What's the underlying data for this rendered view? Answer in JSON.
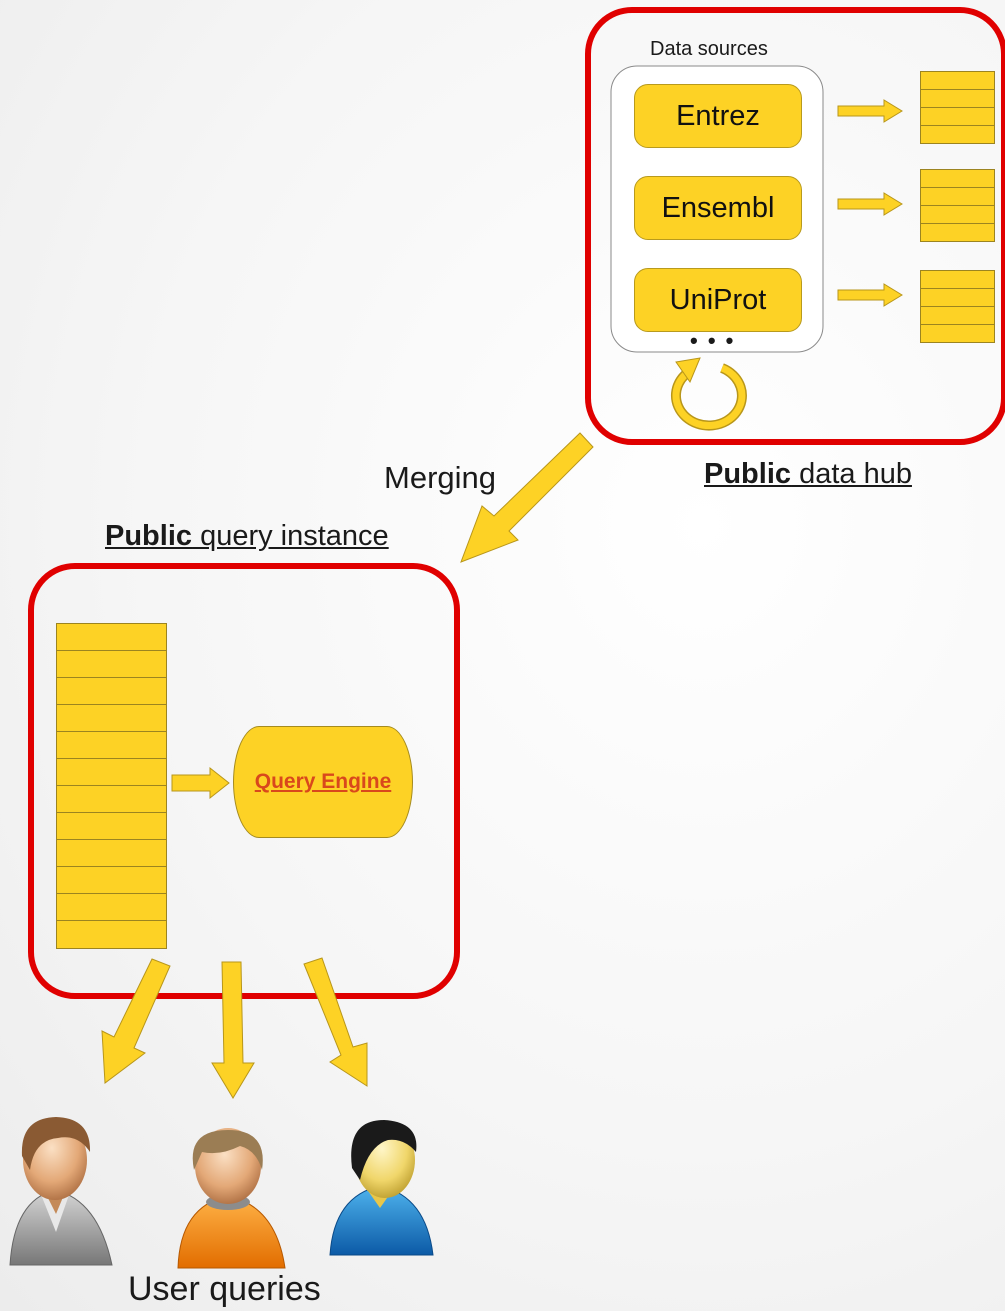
{
  "data_hub": {
    "sources_title": "Data sources",
    "sources": [
      "Entrez",
      "Ensembl",
      "UniProt"
    ],
    "more": "• • •",
    "caption_bold": "Public",
    "caption_rest": " data hub"
  },
  "merge_label": "Merging",
  "query_instance": {
    "caption_bold": "Public",
    "caption_rest": " query instance",
    "engine_label": "Query Engine"
  },
  "users": {
    "caption": "User queries",
    "icons": [
      "user-gray-shirt-icon",
      "user-orange-shirt-icon",
      "user-blue-shirt-icon"
    ]
  },
  "colors": {
    "box_border": "#e00000",
    "yellow": "#fdd225",
    "engine_text": "#d9481c"
  }
}
